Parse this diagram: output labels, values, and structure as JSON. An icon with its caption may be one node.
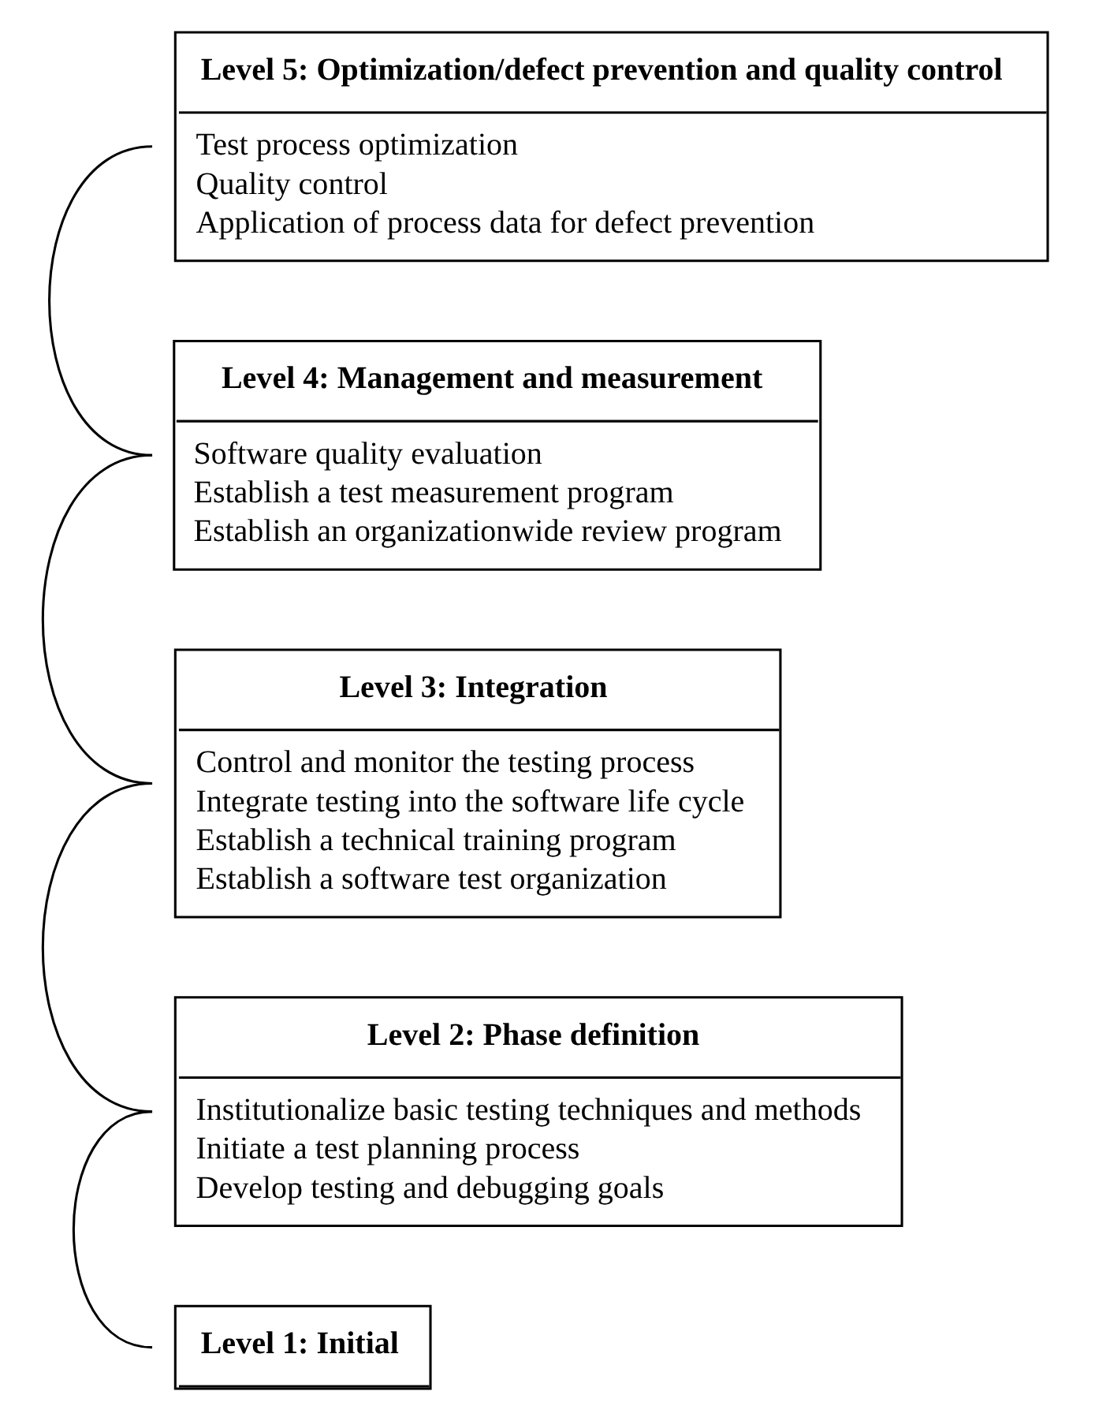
{
  "diagram": {
    "nodes": [
      {
        "text": [
          "Level 5: Optimization/defect prevention and quality control",
          "Test process optimization",
          "Quality control",
          "Application of process data for defect prevention"
        ]
      },
      {
        "text": [
          "Level 4: Management and measurement",
          "Software quality evaluation",
          "Establish a test measurement program",
          "Establish an organizationwide review program"
        ]
      },
      {
        "text": [
          "Level 3: Integration",
          "Control and monitor the testing process",
          "Integrate testing into the software life cycle",
          "Establish a technical training program",
          "Establish a software test organization"
        ]
      },
      {
        "text": [
          "Level 2: Phase definition",
          "Institutionalize basic testing techniques and methods",
          "Initiate a test planning process",
          "Develop testing and debugging goals"
        ]
      },
      {
        "text": [
          "Level 1: Initial"
        ]
      }
    ],
    "edges": [
      {
        "from": 4,
        "to": 3,
        "arrow": "none"
      },
      {
        "from": 3,
        "to": 2,
        "arrow": "none"
      },
      {
        "from": 2,
        "to": 1,
        "arrow": "none"
      },
      {
        "from": 1,
        "to": 0,
        "arrow": "none"
      }
    ]
  }
}
